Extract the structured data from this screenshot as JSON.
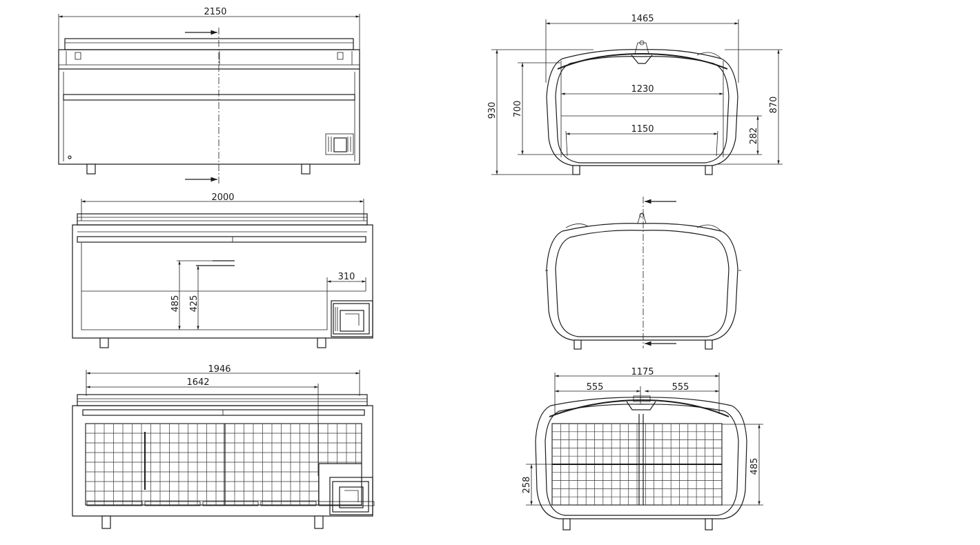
{
  "dimensions": {
    "front_width": "2150",
    "side_width": "1465",
    "side_inner_top": "1230",
    "side_inner_bottom": "1150",
    "height_total": "930",
    "height_700": "700",
    "height_870": "870",
    "depth_282": "282",
    "interior_length": "2000",
    "compressor_step": "310",
    "height_485_a": "485",
    "height_425": "425",
    "basket_length": "1946",
    "basket_length_inner": "1642",
    "side_width_2": "1175",
    "basket_width_left": "555",
    "basket_width_right": "555",
    "basket_height_258": "258",
    "basket_height_485": "485"
  },
  "colors": {
    "line": "#1a1a1a",
    "background": "#ffffff"
  }
}
